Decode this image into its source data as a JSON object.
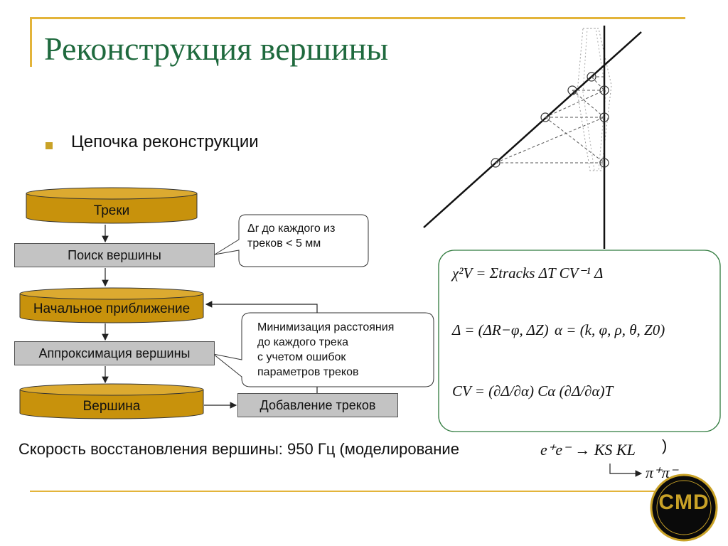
{
  "title": "Реконструкция вершины",
  "bullet": "Цепочка реконструкции",
  "flow": {
    "tracks": "Треки",
    "vertex_search": "Поиск вершины",
    "initial_approx": "Начальное приближение",
    "vertex_fit": "Аппроксимация вершины",
    "vertex": "Вершина",
    "add_tracks": "Добавление треков"
  },
  "callouts": {
    "dr": [
      "Δr до каждого из",
      "треков < 5 мм"
    ],
    "minimization": [
      "Минимизация расстояния",
      "до каждого трека",
      "с учетом ошибок",
      "параметров треков"
    ]
  },
  "formulas": {
    "chi2": "χ²V = Σtracks ΔT CV⁻¹ Δ",
    "delta": "Δ = (ΔR−φ, ΔZ)",
    "alpha": "α = (k, φ, ρ, θ, Z0)",
    "cv": "CV = (∂Δ/∂α) Cα (∂Δ/∂α)T"
  },
  "speed": "Скорость восстановления вершины: 950 Гц (моделирование",
  "reaction": {
    "lhs": "e⁺e⁻ → KS KL",
    "decay": "π⁺π⁻"
  },
  "logo": "CMD"
}
